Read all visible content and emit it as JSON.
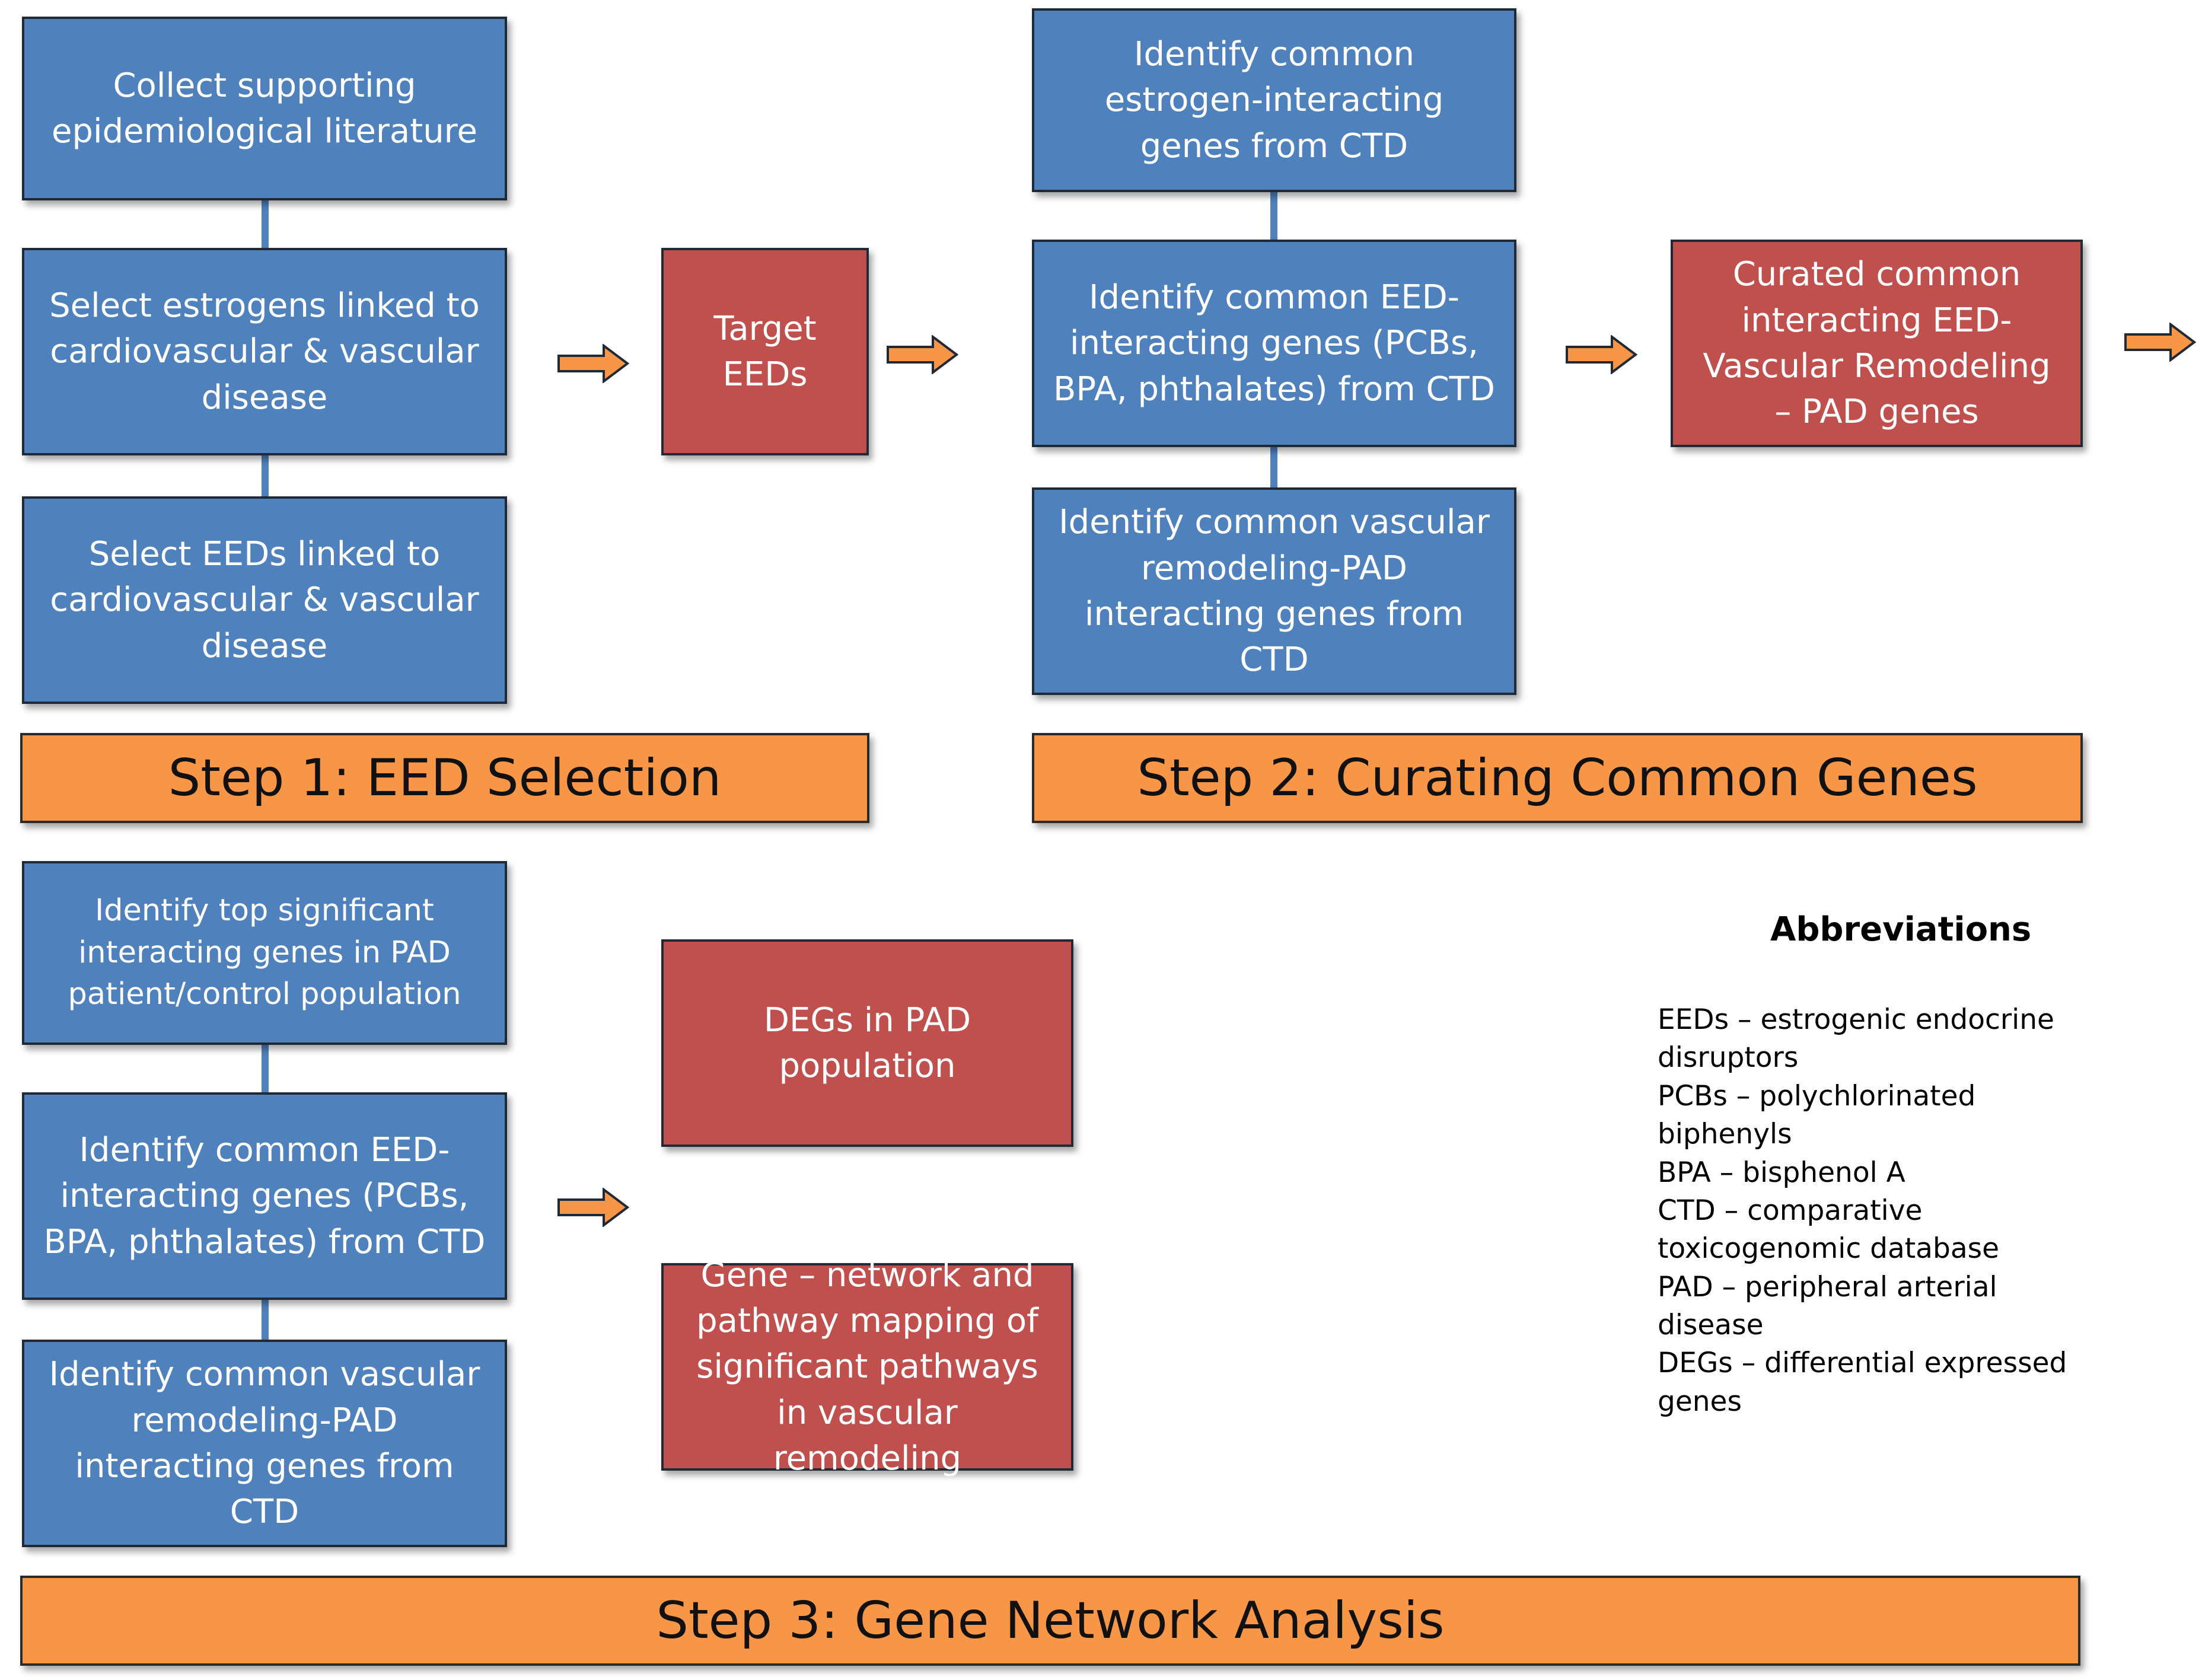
{
  "step1": {
    "box1": "Collect supporting epidemiological literature",
    "box2": "Select estrogens linked to cardiovascular & vascular disease",
    "box3": "Select EEDs linked to cardiovascular & vascular disease",
    "result": "Target EEDs",
    "label": "Step 1: EED Selection"
  },
  "step2": {
    "box1": "Identify common estrogen-interacting genes from CTD",
    "box2": "Identify common EED-interacting genes (PCBs, BPA, phthalates) from CTD",
    "box3": "Identify common vascular remodeling-PAD interacting genes from CTD",
    "result": "Curated common interacting EED-Vascular Remodeling – PAD genes",
    "label": "Step 2: Curating Common Genes"
  },
  "step3": {
    "box1": "Identify top significant interacting genes in PAD patient/control population",
    "box2": "Identify common EED-interacting genes (PCBs, BPA, phthalates) from CTD",
    "box3": "Identify common vascular remodeling-PAD interacting genes from CTD",
    "result1": "DEGs in PAD population",
    "result2": "Gene – network and pathway mapping of significant pathways in vascular remodeling",
    "label": "Step 3: Gene Network Analysis"
  },
  "abbreviations": {
    "title": "Abbreviations",
    "items": [
      "EEDs – estrogenic endocrine disruptors",
      "PCBs – polychlorinated biphenyls",
      "BPA – bisphenol A",
      "CTD – comparative toxicogenomic database",
      "PAD – peripheral arterial disease",
      "DEGs – differential expressed genes"
    ]
  },
  "colors": {
    "process_box": "#4f81bd",
    "result_box": "#c0504d",
    "step_banner": "#f79646",
    "arrow": "#f79646"
  }
}
